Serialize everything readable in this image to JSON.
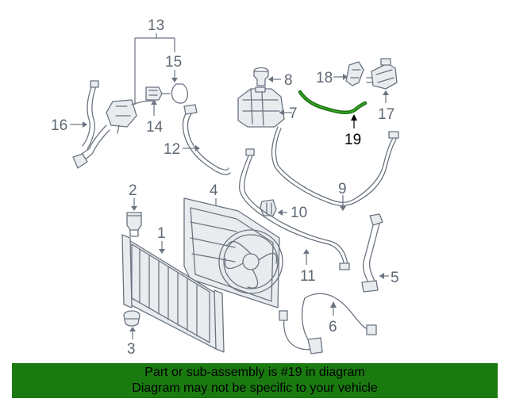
{
  "callouts": {
    "c1": "1",
    "c2": "2",
    "c3": "3",
    "c4": "4",
    "c5": "5",
    "c6": "6",
    "c7": "7",
    "c8": "8",
    "c9": "9",
    "c10": "10",
    "c11": "11",
    "c12": "12",
    "c13": "13",
    "c14": "14",
    "c15": "15",
    "c16": "16",
    "c17": "17",
    "c18": "18",
    "c19": "19"
  },
  "highlight": {
    "part_number": "19",
    "color": "#1a6e0e"
  },
  "banner": {
    "line1": "Part or sub-assembly is #19 in diagram",
    "line2": "Diagram may not be specific to your vehicle",
    "background": "#1a7a10"
  }
}
